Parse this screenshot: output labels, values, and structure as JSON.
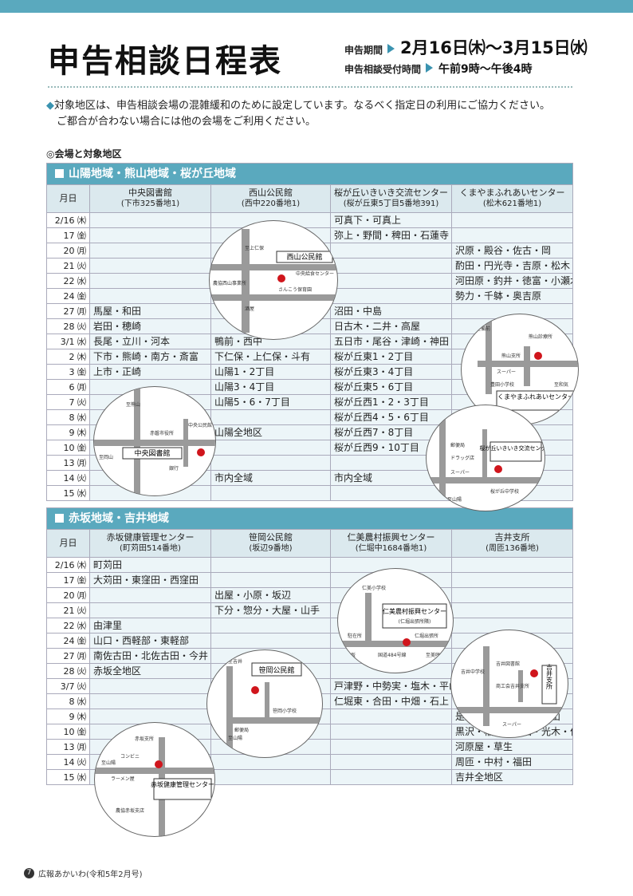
{
  "title": "申告相談日程表",
  "period": {
    "label1": "申告期間",
    "value1": "2月16日㈭～3月15日㈬",
    "label2": "申告相談受付時間",
    "value2": "午前9時～午後4時"
  },
  "notice": {
    "line1": "対象地区は、申告相談会場の混雑緩和のために設定しています。なるべく指定日の利用にご協力ください。",
    "line2": "ご都合が合わない場合には他の会場をご利用ください。"
  },
  "venue_heading": "◎会場と対象地区",
  "section1": {
    "banner": "山陽地域・熊山地域・桜が丘地域",
    "col_date": "月日",
    "venues": [
      {
        "name": "中央図書館",
        "addr": "(下市325番地1)"
      },
      {
        "name": "西山公民館",
        "addr": "(西中220番地1)"
      },
      {
        "name": "桜が丘いきいき交流センター",
        "addr": "(桜が丘東5丁目5番地391)"
      },
      {
        "name": "くまやまふれあいセンター",
        "addr": "(松木621番地1)"
      }
    ],
    "rows": [
      {
        "date": "2/16 ㈭",
        "c": [
          "",
          "",
          "可真下・可真上",
          ""
        ]
      },
      {
        "date": "17 ㈮",
        "c": [
          "",
          "",
          "弥上・野間・稗田・石蓮寺",
          ""
        ]
      },
      {
        "date": "20 ㈪",
        "c": [
          "",
          "",
          "",
          "沢原・殿谷・佐古・岡"
        ]
      },
      {
        "date": "21 ㈫",
        "c": [
          "",
          "",
          "",
          "酌田・円光寺・吉原・松木"
        ]
      },
      {
        "date": "22 ㈬",
        "c": [
          "",
          "",
          "",
          "河田原・釣井・徳富・小瀬木"
        ]
      },
      {
        "date": "24 ㈮",
        "c": [
          "",
          "",
          "",
          "勢力・千躰・奥吉原"
        ]
      },
      {
        "date": "27 ㈪",
        "c": [
          "馬屋・和田",
          "",
          "沼田・中島",
          ""
        ]
      },
      {
        "date": "28 ㈫",
        "c": [
          "岩田・穂崎",
          "",
          "日古木・二井・高屋",
          ""
        ]
      },
      {
        "date": "3/1 ㈬",
        "c": [
          "長尾・立川・河本",
          "鴨前・西中",
          "五日市・尾谷・津崎・神田",
          ""
        ]
      },
      {
        "date": "2 ㈭",
        "c": [
          "下市・熊崎・南方・斎富",
          "下仁保・上仁保・斗有",
          "桜が丘東1・2丁目",
          ""
        ]
      },
      {
        "date": "3 ㈮",
        "c": [
          "上市・正崎",
          "山陽1・2丁目",
          "桜が丘東3・4丁目",
          ""
        ]
      },
      {
        "date": "6 ㈪",
        "c": [
          "",
          "山陽3・4丁目",
          "桜が丘東5・6丁目",
          ""
        ]
      },
      {
        "date": "7 ㈫",
        "c": [
          "",
          "山陽5・6・7丁目",
          "桜が丘西1・2・3丁目",
          ""
        ]
      },
      {
        "date": "8 ㈬",
        "c": [
          "",
          "",
          "桜が丘西4・5・6丁目",
          ""
        ]
      },
      {
        "date": "9 ㈭",
        "c": [
          "",
          "山陽全地区",
          "桜が丘西7・8丁目",
          ""
        ]
      },
      {
        "date": "10 ㈮",
        "c": [
          "",
          "",
          "桜が丘西9・10丁目",
          ""
        ]
      },
      {
        "date": "13 ㈪",
        "c": [
          "",
          "",
          "",
          ""
        ]
      },
      {
        "date": "14 ㈫",
        "c": [
          "",
          "市内全域",
          "市内全域",
          ""
        ]
      },
      {
        "date": "15 ㈬",
        "c": [
          "",
          "",
          "",
          ""
        ]
      }
    ]
  },
  "section2": {
    "banner": "赤坂地域・吉井地域",
    "col_date": "月日",
    "venues": [
      {
        "name": "赤坂健康管理センター",
        "addr": "(町苅田514番地)"
      },
      {
        "name": "笹岡公民館",
        "addr": "(坂辺9番地)"
      },
      {
        "name": "仁美農村振興センター",
        "addr": "(仁堀中1684番地1)"
      },
      {
        "name": "吉井支所",
        "addr": "(周匝136番地)"
      }
    ],
    "rows": [
      {
        "date": "2/16 ㈭",
        "c": [
          "町苅田",
          "",
          "",
          ""
        ]
      },
      {
        "date": "17 ㈮",
        "c": [
          "大苅田・東窪田・西窪田",
          "",
          "",
          ""
        ]
      },
      {
        "date": "20 ㈪",
        "c": [
          "",
          "出屋・小原・坂辺",
          "",
          ""
        ]
      },
      {
        "date": "21 ㈫",
        "c": [
          "",
          "下分・惣分・大屋・山手",
          "",
          ""
        ]
      },
      {
        "date": "22 ㈬",
        "c": [
          "由津里",
          "",
          "",
          ""
        ]
      },
      {
        "date": "24 ㈮",
        "c": [
          "山口・西軽部・東軽部",
          "",
          "",
          ""
        ]
      },
      {
        "date": "27 ㈪",
        "c": [
          "南佐古田・北佐古田・今井・多賀",
          "",
          "",
          ""
        ],
        "tall": true
      },
      {
        "date": "28 ㈫",
        "c": [
          "赤坂全地区",
          "",
          "",
          ""
        ]
      },
      {
        "date": "3/7 ㈫",
        "c": [
          "",
          "",
          "戸津野・中勢実・塩木・平山・仁堀中・仁堀西",
          ""
        ],
        "tall": true
      },
      {
        "date": "8 ㈬",
        "c": [
          "",
          "",
          "仁堀東・合田・中畑・石上・小鎌・西勢実・広戸",
          ""
        ],
        "tall": true
      },
      {
        "date": "9 ㈭",
        "c": [
          "",
          "",
          "",
          "是里・滝山・黒本・中山"
        ]
      },
      {
        "date": "10 ㈮",
        "c": [
          "",
          "",
          "",
          "黒沢・稲蒔・高田・光木・仁軒屋・石・八島田・暮田"
        ],
        "tall": true
      },
      {
        "date": "13 ㈪",
        "c": [
          "",
          "",
          "",
          "河原屋・草生"
        ]
      },
      {
        "date": "14 ㈫",
        "c": [
          "",
          "",
          "",
          "周匝・中村・福田"
        ]
      },
      {
        "date": "15 ㈬",
        "c": [
          "",
          "",
          "",
          "吉井全地区"
        ]
      }
    ]
  },
  "maps": {
    "nishiyama": {
      "label": "西山公民館",
      "l1": "中央給食センター",
      "l2": "さんこう保育園",
      "l3": "農協西山事業所",
      "l4": "至上仁保",
      "l5": "酒屋"
    },
    "kumayama": {
      "label": "くまやまふれあいセンター",
      "l1": "熊山診療所",
      "l2": "熊山支所",
      "l3": "スーパー",
      "l4": "豊田小学校",
      "l5": "至和気",
      "l6": "至備前"
    },
    "chuo": {
      "label": "中央図書館",
      "l1": "赤磐市役所",
      "l2": "中央公民館",
      "l3": "銀行",
      "l4": "至熊山",
      "l5": "至岡山"
    },
    "sakura": {
      "label": "桜が丘いきいき交流センター",
      "l1": "郵便局",
      "l2": "ドラッグ店",
      "l3": "スーパー",
      "l4": "桜が丘中学校",
      "l5": "至山陽"
    },
    "niimi": {
      "label": "仁美農村振興センター",
      "sub": "(仁堀出張所隣)",
      "l1": "仁美小学校",
      "l2": "駐在所",
      "l3": "仁堀出張所",
      "l4": "国道484号線",
      "l5": "至赤坂",
      "l6": "至美咲"
    },
    "sasaoka": {
      "label": "笹岡公民館",
      "l1": "郵便局",
      "l2": "笹岡小学校",
      "l3": "至吉井",
      "l4": "至山陽"
    },
    "yoshii": {
      "label": "吉井支所",
      "l1": "吉井図書館",
      "l2": "商工会吉井支所",
      "l3": "吉井中学校",
      "l4": "スーパー"
    },
    "akasaka": {
      "label": "赤坂健康管理センター",
      "l1": "赤坂支所",
      "l2": "コンビニ",
      "l3": "ラーメン屋",
      "l4": "農協赤坂支店",
      "l5": "至山陽"
    }
  },
  "footer": {
    "page": "7",
    "text": "広報あかいわ(令和5年2月号)"
  },
  "colors": {
    "accent": "#5aa9be",
    "row": "#ecf5f8",
    "pin": "#d0151c"
  }
}
